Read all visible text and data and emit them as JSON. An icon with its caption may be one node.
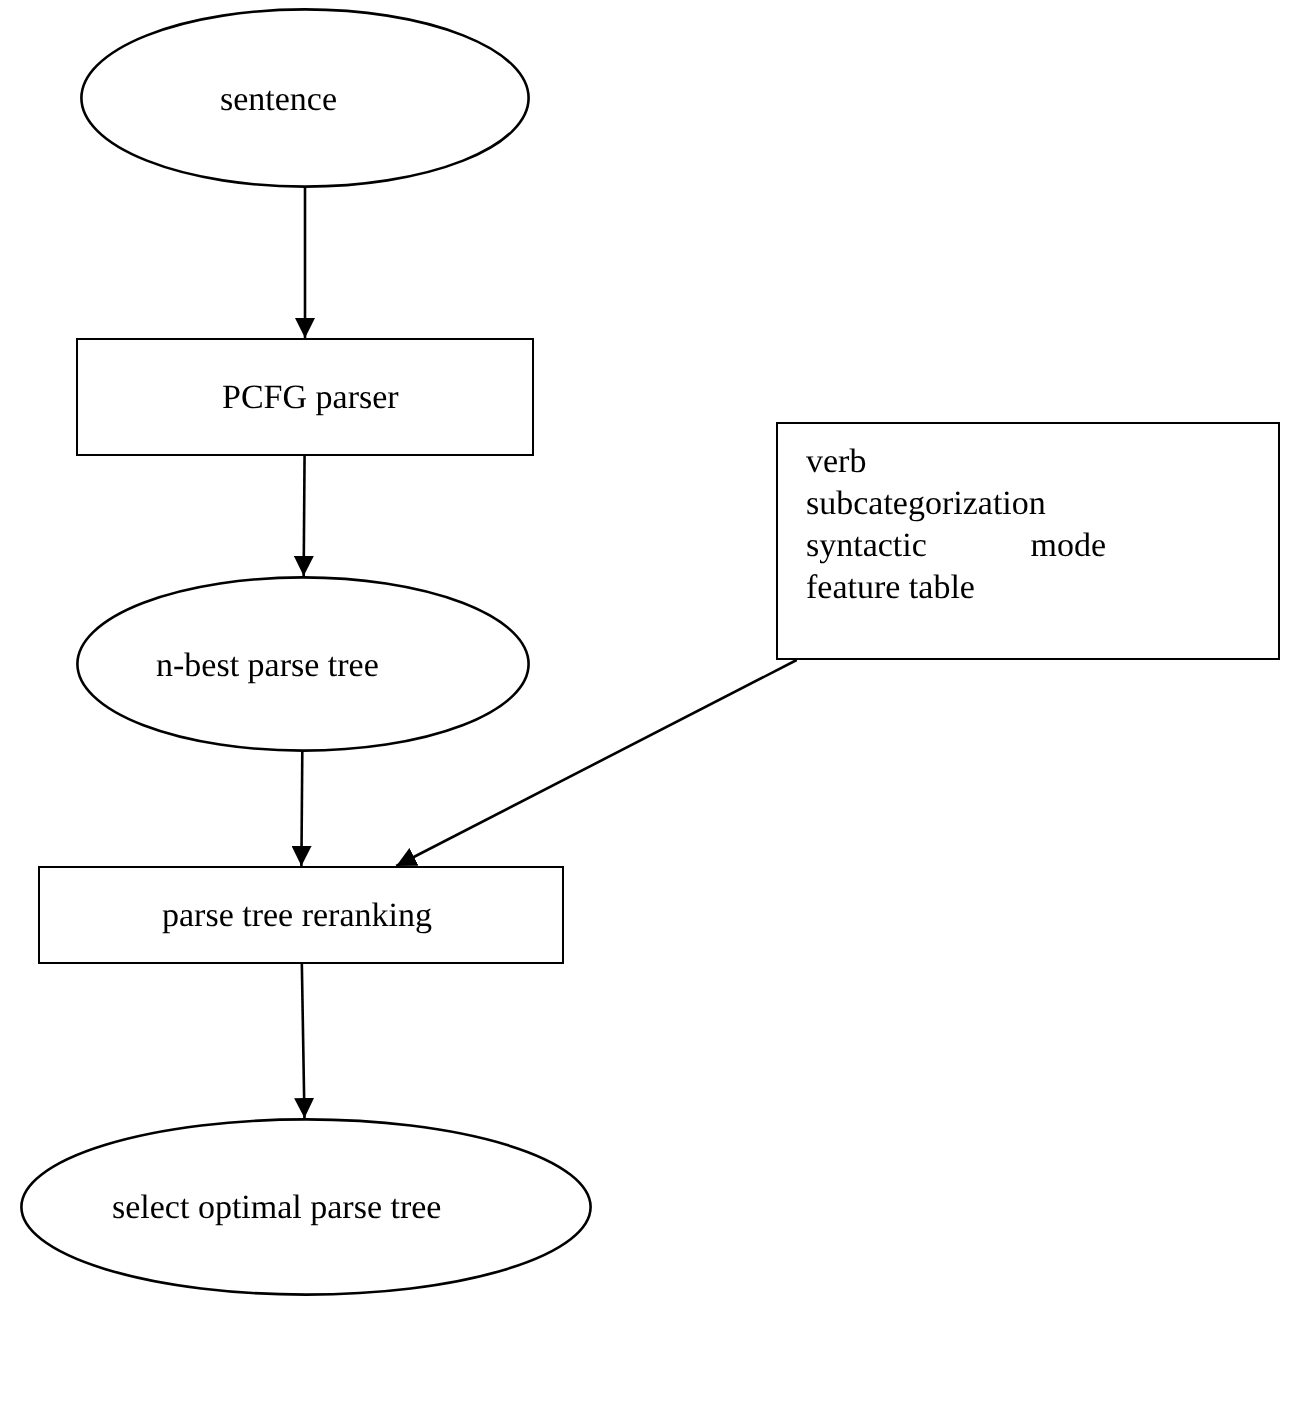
{
  "diagram": {
    "nodes": [
      {
        "text": [
          "sentence"
        ]
      },
      {
        "text": [
          "PCFG parser"
        ]
      },
      {
        "text": [
          "n-best parse tree"
        ]
      },
      {
        "text": [
          "parse tree reranking"
        ]
      },
      {
        "text": [
          "select optimal parse tree"
        ]
      },
      {
        "text": [
          "verb subcategorization syntactic mode feature table"
        ]
      }
    ],
    "edges": [
      {
        "from": 0,
        "to": 1,
        "arrow": "to"
      },
      {
        "from": 1,
        "to": 2,
        "arrow": "to"
      },
      {
        "from": 2,
        "to": 3,
        "arrow": "to"
      },
      {
        "from": 3,
        "to": 4,
        "arrow": "to"
      },
      {
        "from": 5,
        "to": 3,
        "arrow": "to"
      }
    ]
  }
}
